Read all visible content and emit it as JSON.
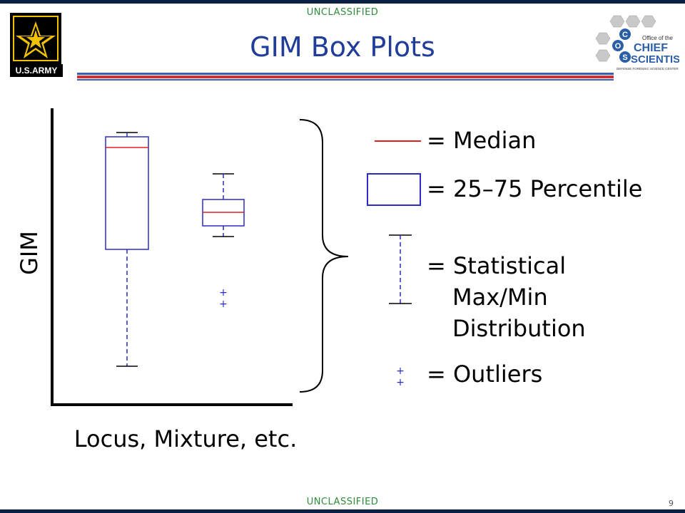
{
  "header": {
    "classification": "UNCLASSIFIED",
    "title": "GIM Box Plots"
  },
  "footer": {
    "classification": "UNCLASSIFIED",
    "page_number": "9"
  },
  "logos": {
    "army": "U.S.ARMY",
    "ocs_lines": [
      "Office of the",
      "CHIEF",
      "SCIENTIST",
      "DEFENSE FORENSIC SCIENCE CENTER"
    ],
    "ocs_letters": [
      "C",
      "O",
      "S"
    ]
  },
  "diagram": {
    "y_axis_label": "GIM",
    "x_axis_label": "Locus, Mixture, etc."
  },
  "legend": {
    "median": "= Median",
    "iqr": "= 25–75 Percentile",
    "whisker_line1": "= Statistical",
    "whisker_line2": "Max/Min",
    "whisker_line3": "Distribution",
    "outliers": "= Outliers"
  },
  "colors": {
    "box": "#2b2bbf",
    "median": "#e02020",
    "whisker": "#2b2bbf",
    "cap": "#000000",
    "outlier": "#2b2bbf",
    "title": "#1f3d99",
    "classification": "#2e8b3a"
  }
}
